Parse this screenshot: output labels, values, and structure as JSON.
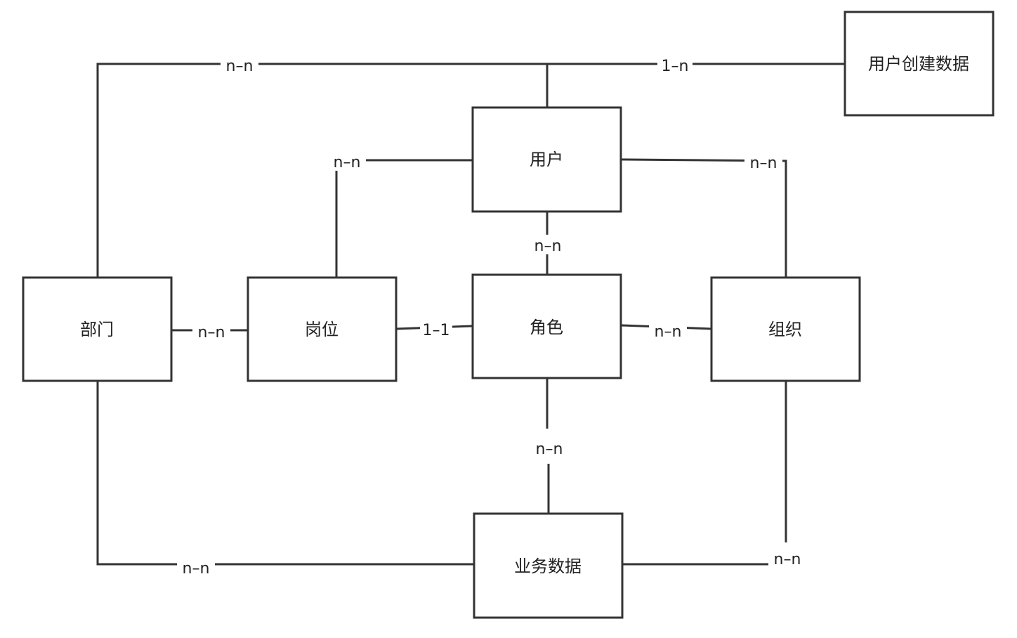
{
  "diagram": {
    "nodes": {
      "user_created_data": "用户创建数据",
      "user": "用户",
      "department": "部门",
      "post": "岗位",
      "role": "角色",
      "organization": "组织",
      "business_data": "业务数据"
    },
    "edges": {
      "department_user": "n–n",
      "user_created_data": "1–n",
      "post_user": "n–n",
      "user_organization": "n–n",
      "user_role": "n–n",
      "department_post": "n–n",
      "post_role": "1–1",
      "role_organization": "n–n",
      "role_business_data": "n–n",
      "department_business_data": "n–n",
      "organization_business_data": "n–n"
    }
  }
}
